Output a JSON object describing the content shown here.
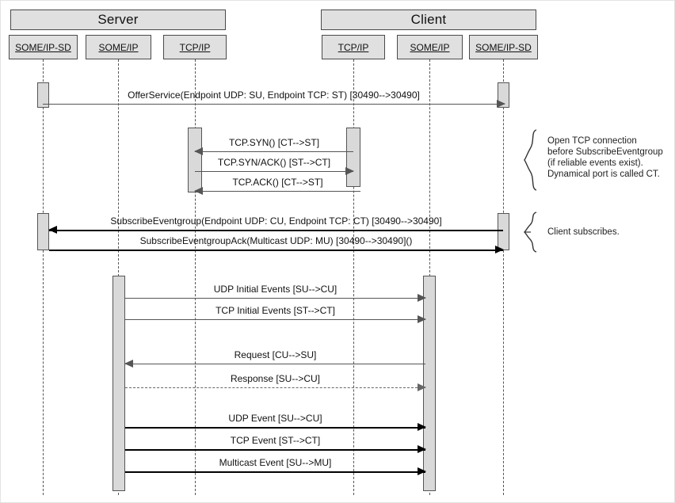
{
  "diagram": {
    "title_server": "Server",
    "title_client": "Client",
    "groups": [
      {
        "name": "Server",
        "label": "Server"
      },
      {
        "name": "Client",
        "label": "Client"
      }
    ],
    "lifelines": [
      {
        "id": "server-somip-sd",
        "label": "SOME/IP-SD",
        "side": "server"
      },
      {
        "id": "server-somip",
        "label": "SOME/IP",
        "side": "server"
      },
      {
        "id": "server-tcpip",
        "label": "TCP/IP",
        "side": "server"
      },
      {
        "id": "client-tcpip",
        "label": "TCP/IP",
        "side": "client"
      },
      {
        "id": "client-somip",
        "label": "SOME/IP",
        "side": "client"
      },
      {
        "id": "client-somip-sd",
        "label": "SOME/IP-SD",
        "side": "client"
      }
    ],
    "messages": [
      {
        "id": "offer-service",
        "label": "OfferService(Endpoint UDP: SU, Endpoint TCP: ST) [30490-->30490]",
        "style": "solid",
        "direction": "right"
      },
      {
        "id": "tcp-syn",
        "label": "TCP.SYN() [CT-->ST]",
        "style": "solid",
        "direction": "left"
      },
      {
        "id": "tcp-syn-ack",
        "label": "TCP.SYN/ACK() [ST-->CT]",
        "style": "solid",
        "direction": "right"
      },
      {
        "id": "tcp-ack",
        "label": "TCP.ACK() [CT-->ST]",
        "style": "solid",
        "direction": "left"
      },
      {
        "id": "subscribe-eventgroup",
        "label": "SubscribeEventgroup(Endpoint UDP: CU, Endpoint TCP: CT) [30490-->30490]",
        "style": "bold",
        "direction": "left"
      },
      {
        "id": "subscribe-eventgroup-ack",
        "label": "SubscribeEventgroupAck(Multicast UDP: MU) [30490-->30490]()",
        "style": "bold",
        "direction": "right"
      },
      {
        "id": "udp-initial-events",
        "label": "UDP Initial Events [SU-->CU]",
        "style": "solid",
        "direction": "right"
      },
      {
        "id": "tcp-initial-events",
        "label": "TCP Initial Events [ST-->CT]",
        "style": "solid",
        "direction": "right"
      },
      {
        "id": "request",
        "label": "Request [CU-->SU]",
        "style": "solid",
        "direction": "left"
      },
      {
        "id": "response",
        "label": "Response [SU-->CU]",
        "style": "dashed",
        "direction": "right"
      },
      {
        "id": "udp-event",
        "label": "UDP Event [SU-->CU]",
        "style": "bold",
        "direction": "right"
      },
      {
        "id": "tcp-event",
        "label": "TCP Event [ST-->CT]",
        "style": "bold",
        "direction": "right"
      },
      {
        "id": "multicast-event",
        "label": "Multicast Event [SU-->MU]",
        "style": "bold",
        "direction": "right"
      }
    ],
    "notes": [
      {
        "id": "note-tcp",
        "lines": [
          "Open TCP connection",
          "before SubscribeEventgroup",
          "(if reliable events exist).",
          "Dynamical port is called CT."
        ],
        "text": "Open TCP connection\nbefore SubscribeEventgroup\n(if reliable events exist).\nDynamical port is called CT."
      },
      {
        "id": "note-subscribe",
        "lines": [
          "Client subscribes."
        ],
        "text": "Client subscribes."
      }
    ],
    "colors": {
      "box_fill": "#e0e0e0",
      "box_border": "#4a4a4a",
      "activation_fill": "#d9d9d9",
      "line": "#555555",
      "bold_line": "#000000",
      "canvas": "#ffffff"
    }
  }
}
